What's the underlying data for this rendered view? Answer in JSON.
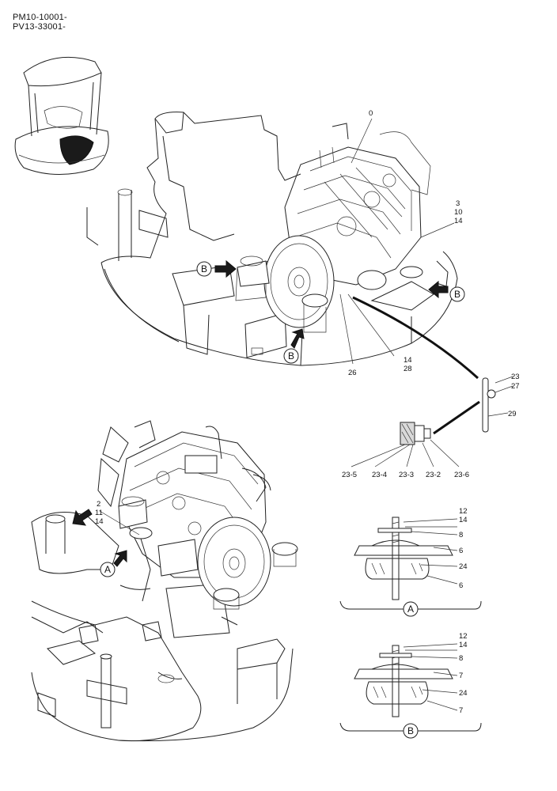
{
  "serials": [
    "PM10-10001-",
    "PV13-33001-"
  ],
  "callouts": {
    "main": {
      "c0": "0",
      "c3": "3",
      "c10": "10",
      "c14": "14",
      "c14b": "14",
      "c28": "28",
      "c26": "26",
      "c23": "23",
      "c27": "27",
      "c29": "29"
    },
    "connector": [
      "23-5",
      "23-4",
      "23-3",
      "23-2",
      "23-6"
    ],
    "lower": {
      "c2": "2",
      "c11": "11",
      "c14": "14"
    },
    "detail_a": [
      "12",
      "14",
      "8",
      "6",
      "24",
      "6"
    ],
    "detail_b": [
      "12",
      "14",
      "8",
      "7",
      "24",
      "7"
    ]
  },
  "view_markers": {
    "b_left": "B",
    "b_right": "B",
    "b_bottom": "B",
    "a_lower": "A",
    "a_detail": "A",
    "b_detail": "B"
  },
  "icons": [
    "arrow-icon",
    "view-circle-icon"
  ]
}
